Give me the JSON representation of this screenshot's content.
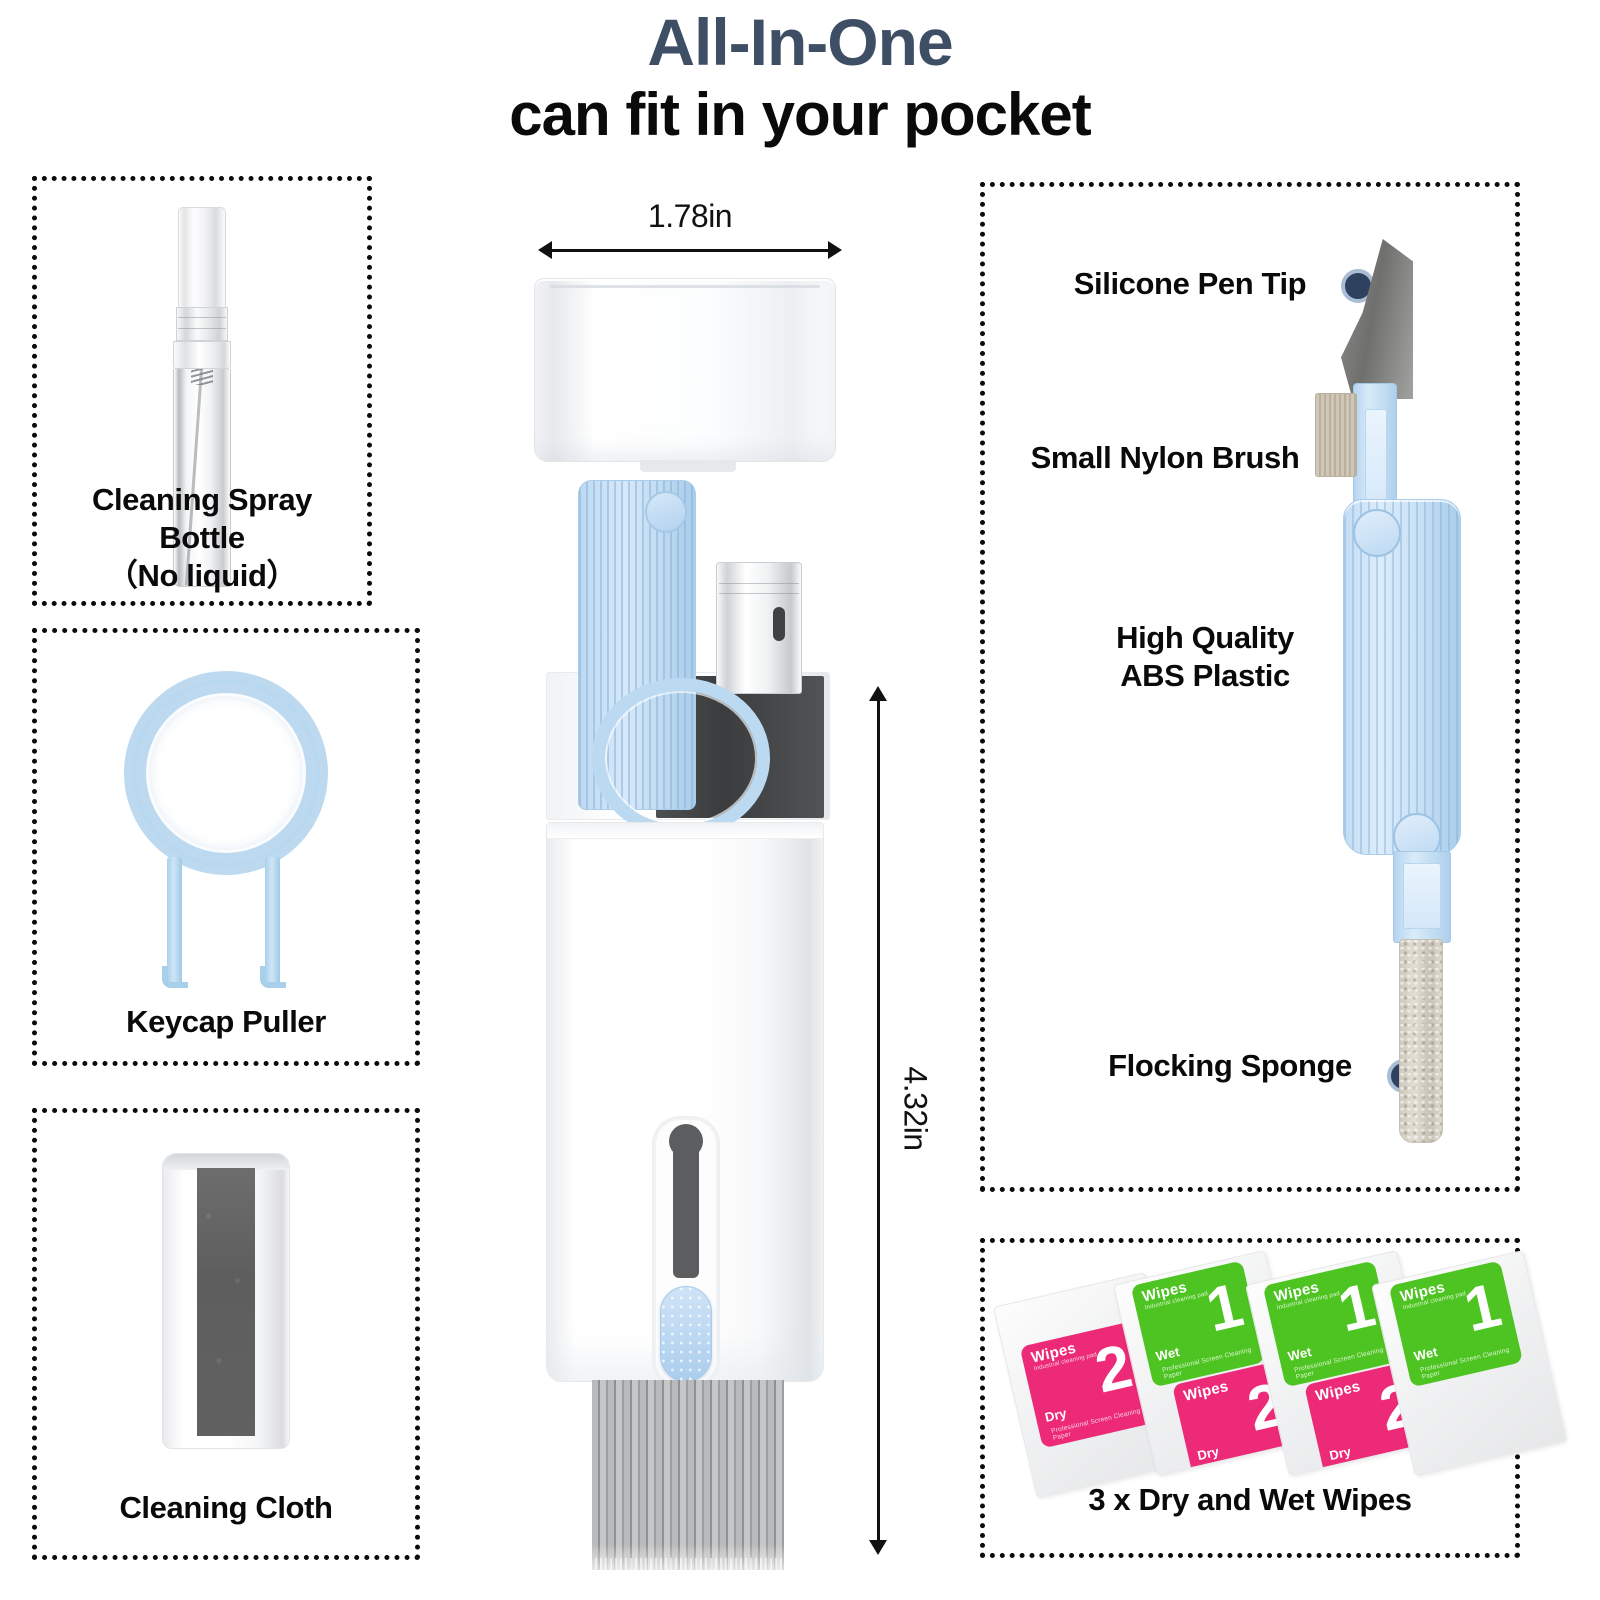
{
  "header": {
    "title_main": "All-In-One",
    "title_sub": "can fit in your pocket",
    "title_color": "#3d4e65"
  },
  "dimensions": {
    "width_label": "1.78in",
    "height_label": "4.32in"
  },
  "left_panels": [
    {
      "id": "cleaning-spray-bottle",
      "caption_line1": "Cleaning Spray",
      "caption_line2": "Bottle",
      "caption_line3": "（No liquid）",
      "icon": "spray-bottle-icon"
    },
    {
      "id": "keycap-puller",
      "caption_line1": "Keycap Puller",
      "icon": "keycap-puller-icon",
      "color": "#bcd9f0"
    },
    {
      "id": "cleaning-cloth",
      "caption_line1": "Cleaning Cloth",
      "icon": "cleaning-cloth-icon",
      "color": "#616161"
    }
  ],
  "right_panel": {
    "id": "pen-tool-features",
    "callouts": [
      {
        "id": "silicone-pen-tip",
        "label": "Silicone Pen Tip"
      },
      {
        "id": "small-nylon-brush",
        "label": "Small Nylon Brush"
      },
      {
        "id": "abs-plastic",
        "label": "High Quality\nABS Plastic"
      },
      {
        "id": "flocking-sponge",
        "label": "Flocking Sponge"
      }
    ],
    "marker_color": "#2e4260",
    "body_color": "#bcd9f2"
  },
  "wipes_panel": {
    "id": "dry-and-wet-wipes",
    "caption": "3 x Dry and Wet Wipes",
    "packets": [
      {
        "brand": "Wipes",
        "number": "1",
        "mode": "Wet",
        "footer": "Professional Screen Cleaning Paper",
        "sub": "Industrial cleaning pad",
        "color": "#4dc422"
      },
      {
        "brand": "Wipes",
        "number": "2",
        "mode": "Dry",
        "footer": "Professional Screen Cleaning Paper",
        "sub": "Industrial cleaning pad",
        "color": "#ec2a77"
      }
    ]
  }
}
